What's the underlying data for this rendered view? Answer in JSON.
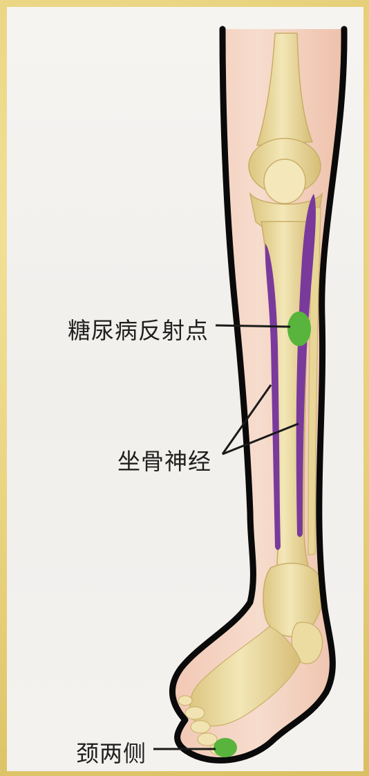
{
  "labels": {
    "reflex_point": "糖尿病反射点",
    "sciatic_nerve": "坐骨神经",
    "neck_sides": "颈两侧"
  },
  "colors": {
    "background_border": "#ecd88a",
    "paper": "#f3f1ee",
    "skin": "#f3d2c1",
    "bone": "#efe1a8",
    "bone_shade": "#d8c07c",
    "nerve": "#7a3a9c",
    "reflex_point": "#58b43c",
    "outline": "#0a0a0a"
  },
  "icons": {
    "reflex_point_marker": "green-dot",
    "neck_sides_marker": "green-dot"
  }
}
